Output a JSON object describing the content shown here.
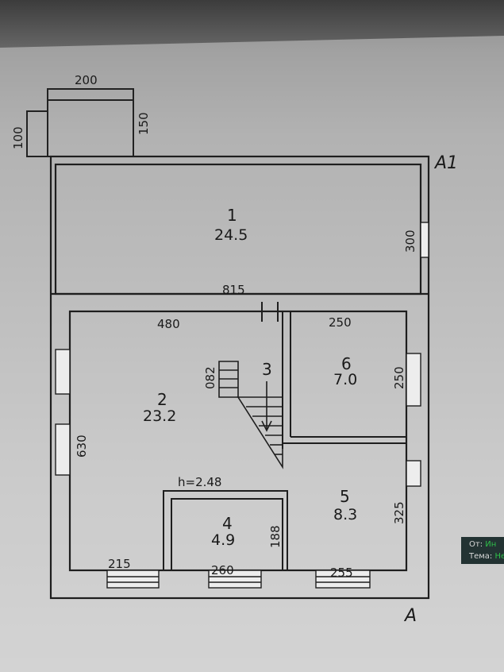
{
  "axes": {
    "top": "A1",
    "bottom": "A"
  },
  "rooms": [
    {
      "number": "1",
      "area": "24.5"
    },
    {
      "number": "2",
      "area": "23.2"
    },
    {
      "number": "3"
    },
    {
      "number": "4",
      "area": "4.9"
    },
    {
      "number": "5",
      "area": "8.3"
    },
    {
      "number": "6",
      "area": "7.0"
    }
  ],
  "dimensions": {
    "porch_width": "200",
    "porch_side": "100",
    "porch_depth": "150",
    "room1_depth": "300",
    "stair_gap": "815",
    "room2_width": "480",
    "room6_width": "250",
    "stair_width": "082",
    "room6_depth": "250",
    "room2_depth": "630",
    "height_mark": "h=2.48",
    "room4_depth": "188",
    "room5_depth": "325",
    "window1": "215",
    "window2": "260",
    "window3": "255"
  },
  "sticker": {
    "from_label": "От:",
    "from_value": "Ин",
    "subject_label": "Тема:",
    "subject_value": "Не"
  }
}
